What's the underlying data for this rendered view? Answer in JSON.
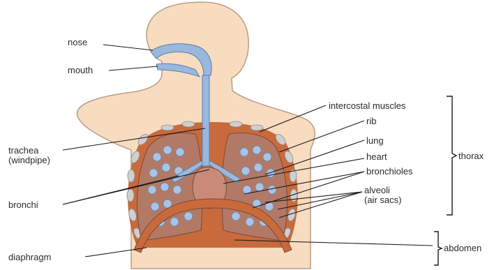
{
  "labels": {
    "nose": "nose",
    "mouth": "mouth",
    "trachea": "trachea",
    "trachea_sub": "(windpipe)",
    "bronchi": "bronchi",
    "diaphragm": "diaphragm",
    "intercostal_muscles": "intercostal muscles",
    "rib": "rib",
    "lung": "lung",
    "heart": "heart",
    "bronchioles": "bronchioles",
    "alveoli": "alveoli",
    "alveoli_sub": "(air sacs)",
    "thorax": "thorax",
    "abdomen": "abdomen"
  },
  "colors": {
    "skin": "#f8dcc0",
    "skin_outline": "#b89c86",
    "airway": "#9ab8de",
    "airway_outline": "#5a7ca8",
    "lung_tissue": "#b27a66",
    "chest_wall": "#c96a3c",
    "rib": "#c9c9c9",
    "heart": "#c98a7a",
    "leader_line": "#1a1a1a"
  }
}
